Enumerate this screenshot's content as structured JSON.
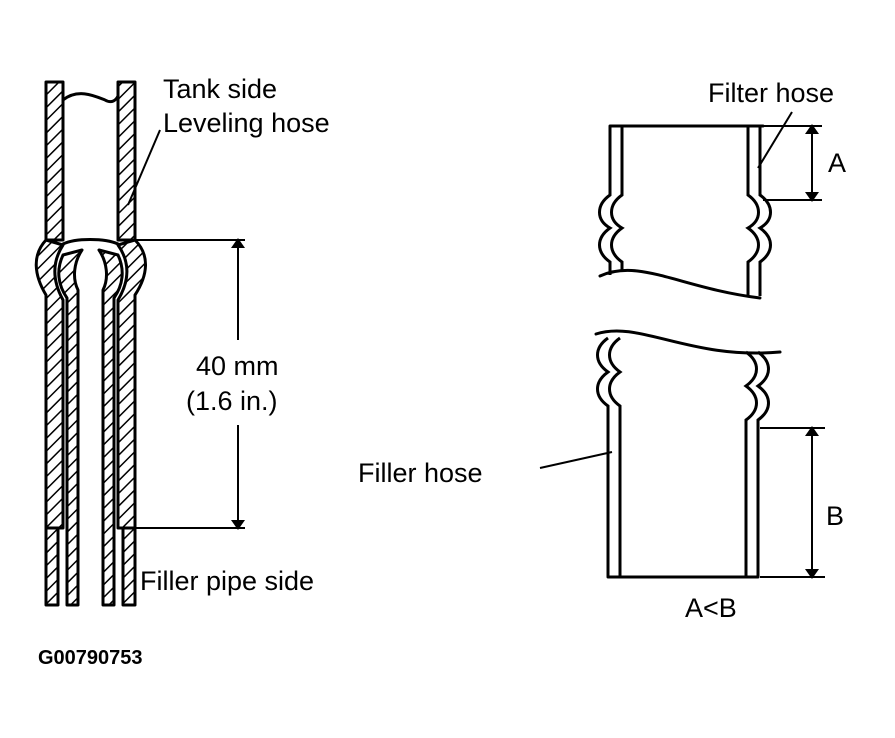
{
  "left": {
    "tank_side": "Tank side",
    "leveling_hose": "Leveling hose",
    "dimension_mm": "40 mm",
    "dimension_in": "(1.6 in.)",
    "filler_pipe_side": "Filler pipe side"
  },
  "right": {
    "filter_hose": "Filter hose",
    "filler_hose": "Filler hose",
    "dim_a": "A",
    "dim_b": "B",
    "relation": "A<B"
  },
  "figure_code": "G00790753"
}
